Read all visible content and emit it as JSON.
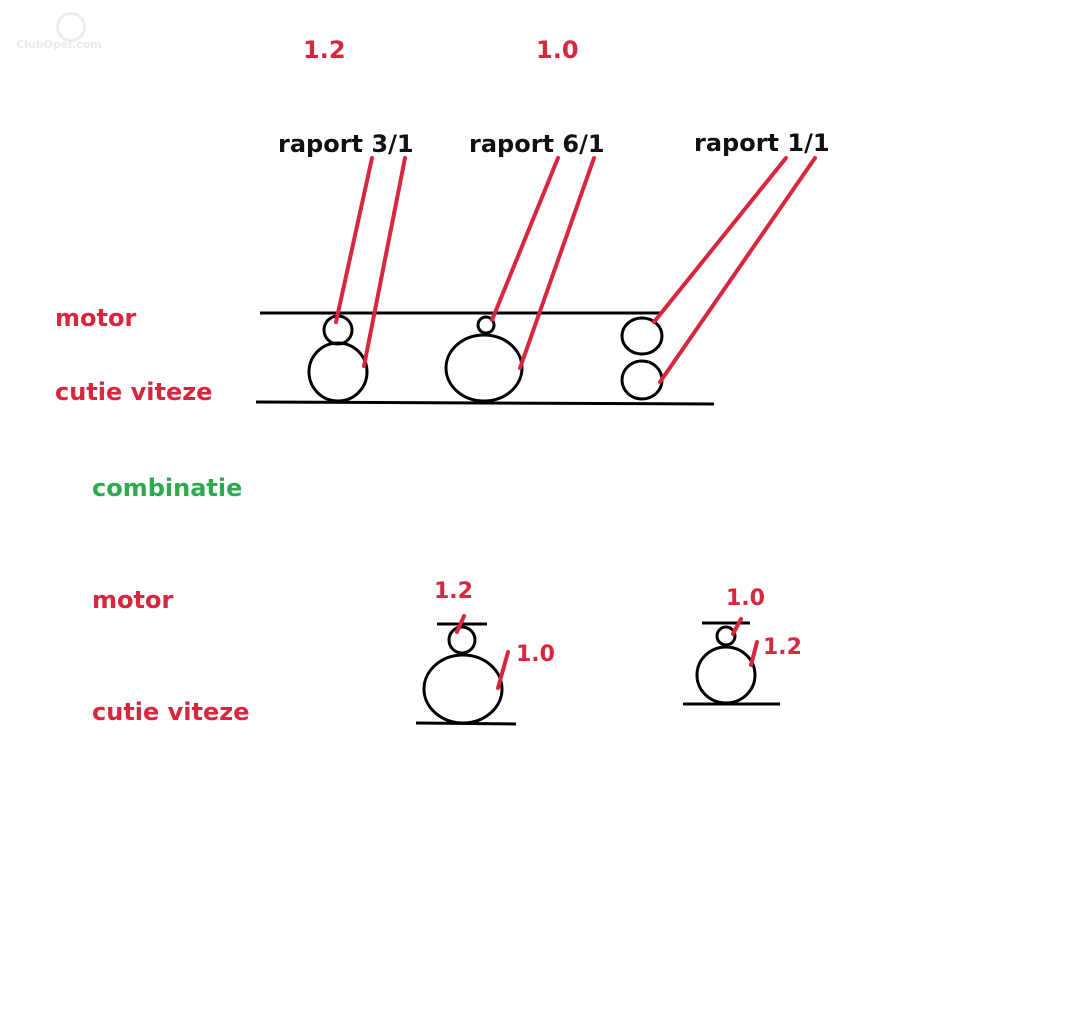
{
  "watermark": {
    "text": "ClubOpel.com",
    "icon": "opel-logo-icon"
  },
  "top_values": {
    "left": "1.2",
    "right": "1.0"
  },
  "ratios": [
    {
      "label": "raport 3/1"
    },
    {
      "label": "raport 6/1"
    },
    {
      "label": "raport 1/1"
    }
  ],
  "row_labels": {
    "motor": "motor",
    "gearbox": "cutie viteze"
  },
  "section_title": "combinatie",
  "combo_labels": {
    "motor": "motor",
    "gearbox": "cutie viteze"
  },
  "combos": [
    {
      "top_value": "1.2",
      "bottom_value": "1.0"
    },
    {
      "top_value": "1.0",
      "bottom_value": "1.2"
    }
  ],
  "colors": {
    "red": "#d7263d",
    "green": "#2eaa4e",
    "black": "#111111"
  }
}
